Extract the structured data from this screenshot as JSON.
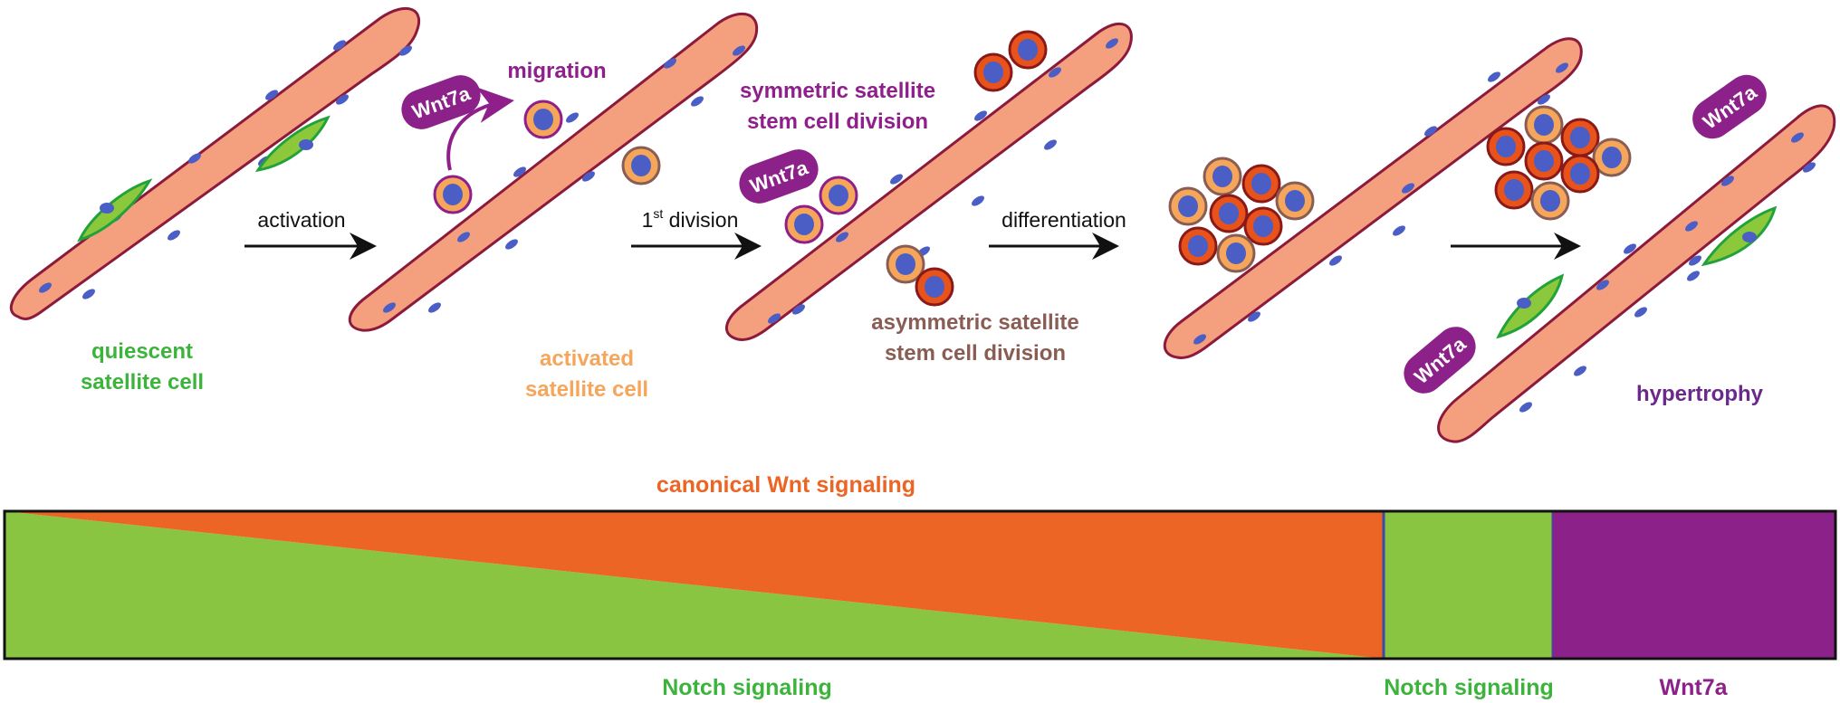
{
  "colors": {
    "fiber_fill": "#f4a07f",
    "fiber_stroke": "#8c1a3c",
    "nucleus": "#4a5ec6",
    "quiescent_green": "#3cb43c",
    "quiescent_fill": "#8cc83c",
    "activated_orange": "#f5a65b",
    "stem_purple": "#8e1f8b",
    "committed_orange": "#e8521b",
    "asym_brown": "#8a5d54",
    "wnt_orange": "#ec6524",
    "notch_green": "#89c540",
    "wnt7a_purple": "#8c2289",
    "arrow_black": "#111111",
    "notch_box_border": "#3b4aa8"
  },
  "labels": {
    "quiescent_line1": "quiescent",
    "quiescent_line2": "satellite cell",
    "activation": "activation",
    "migration": "migration",
    "activated_line1": "activated",
    "activated_line2": "satellite cell",
    "first_division_num": "1",
    "first_division_sup": "st",
    "first_division_text": " division",
    "symmetric_line1": "symmetric satellite",
    "symmetric_line2": "stem cell division",
    "asymmetric_line1": "asymmetric satellite",
    "asymmetric_line2": "stem cell division",
    "differentiation": "differentiation",
    "hypertrophy": "hypertrophy",
    "wnt7a_badge": "Wnt7a"
  },
  "signaling_bar": {
    "title": "canonical Wnt signaling",
    "notch_label_left": "Notch signaling",
    "notch_label_right": "Notch signaling",
    "wnt7a_label": "Wnt7a"
  }
}
